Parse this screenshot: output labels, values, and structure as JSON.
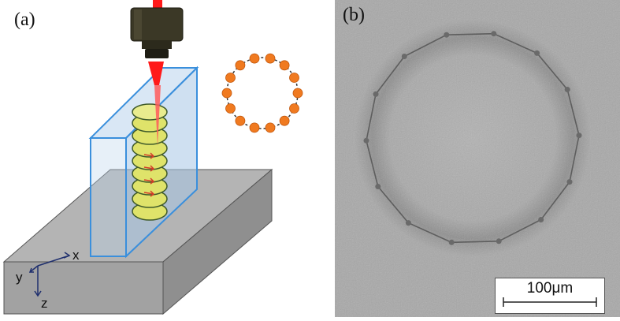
{
  "panels": {
    "a": {
      "label": "(a)"
    },
    "b": {
      "label": "(b)"
    }
  },
  "axes": {
    "x": "x",
    "y": "y",
    "z": "z"
  },
  "scale_bar": {
    "label": "100μm"
  },
  "colors": {
    "laser_red": "#ff1a1a",
    "objective_body": "#3b3826",
    "ring_orange": "#f07a20",
    "coil_yellow": "#dfe36a",
    "box_blue": "#3a8fdc",
    "substrate_gray": "#aaaaaa",
    "sem_gray": "#a8a8a8"
  }
}
